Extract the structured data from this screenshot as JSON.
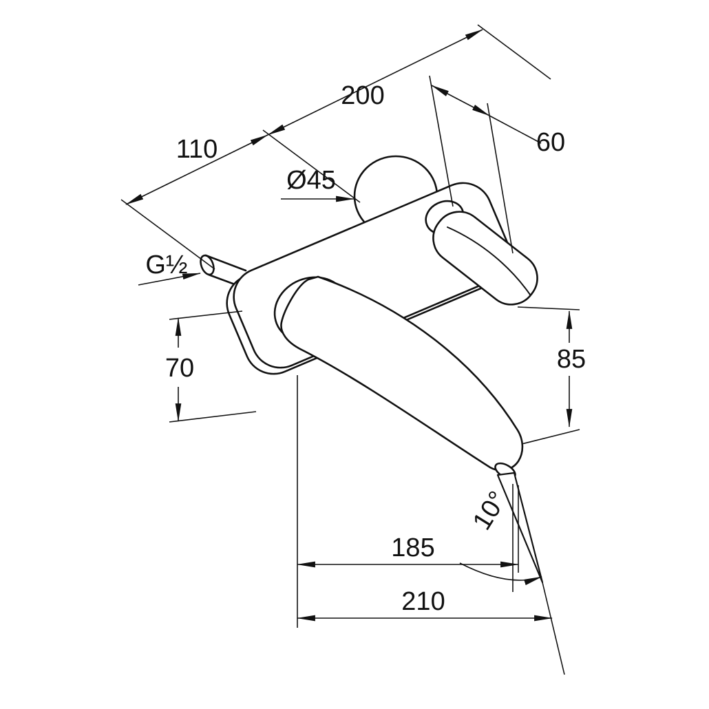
{
  "drawing": {
    "labels": {
      "width_200": "200",
      "depth_60": "60",
      "offset_110": "110",
      "escutcheon_diameter": "Ø45",
      "thread_size": "G½",
      "height_70": "70",
      "height_85": "85",
      "spout_projection_185": "185",
      "spout_angle_10": "10°",
      "total_projection_210": "210"
    },
    "line_color": "#111111",
    "background_color": "#ffffff"
  }
}
